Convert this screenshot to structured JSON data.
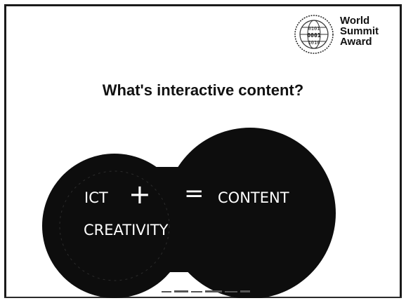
{
  "logo": {
    "line1": "World",
    "line2": "Summit",
    "line3": "Award"
  },
  "title": "What's interactive content?",
  "equation": {
    "term1": "ICT",
    "plus": "+",
    "term2": "CREATIVITY",
    "equals": "=",
    "result": "CONTENT"
  },
  "colors": {
    "background": "#ffffff",
    "blob": "#0d0d0d",
    "text_on_blob": "#ffffff"
  }
}
